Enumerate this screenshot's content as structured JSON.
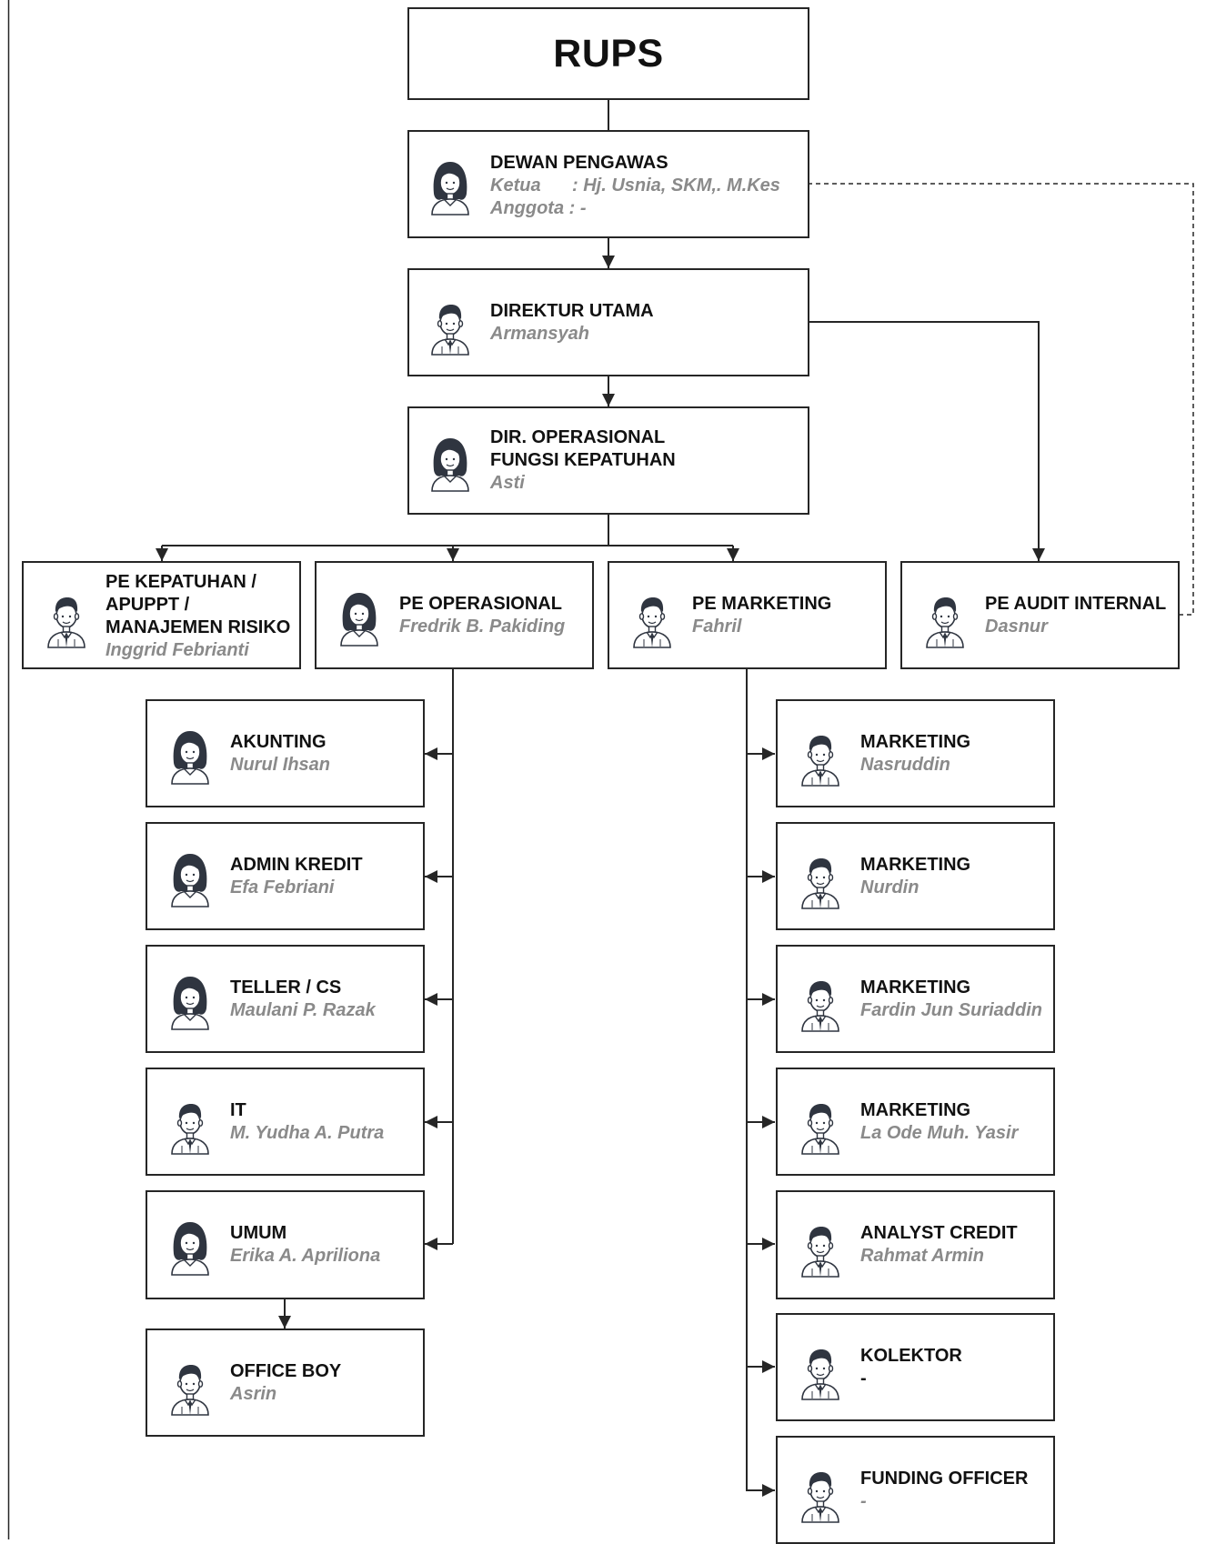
{
  "colors": {
    "line": "#262626",
    "name_text": "#8a8a8a",
    "role_text": "#111111"
  },
  "top": {
    "title": "RUPS"
  },
  "dewan": {
    "role": "DEWAN PENGAWAS",
    "ketua_label": "Ketua",
    "ketua_value": ": Hj. Usnia, SKM,. M.Kes",
    "anggota_label": "Anggota",
    "anggota_value": ": -",
    "icon": "female-avatar-icon"
  },
  "direktur_utama": {
    "role": "DIREKTUR UTAMA",
    "name": "Armansyah",
    "icon": "male-avatar-icon"
  },
  "dir_operasional": {
    "role_line1": "DIR. OPERASIONAL",
    "role_line2": "FUNGSI KEPATUHAN",
    "name": "Asti",
    "icon": "female-avatar-icon"
  },
  "pe_kepatuhan": {
    "role_line1": "PE KEPATUHAN /",
    "role_line2": "APUPPT /",
    "role_line3": "MANAJEMEN RISIKO",
    "name": "Inggrid Febrianti",
    "icon": "male-avatar-icon"
  },
  "pe_operasional": {
    "role": "PE OPERASIONAL",
    "name": "Fredrik B. Pakiding",
    "icon": "female-avatar-icon"
  },
  "pe_marketing": {
    "role": "PE MARKETING",
    "name": "Fahril",
    "icon": "male-avatar-icon"
  },
  "pe_audit": {
    "role": "PE AUDIT INTERNAL",
    "name": "Dasnur",
    "icon": "male-avatar-icon"
  },
  "operasional_staff": [
    {
      "role": "AKUNTING",
      "name": "Nurul Ihsan",
      "icon": "female-avatar-icon"
    },
    {
      "role": "ADMIN KREDIT",
      "name": "Efa Febriani",
      "icon": "female-avatar-icon"
    },
    {
      "role": "TELLER / CS",
      "name": "Maulani P. Razak",
      "icon": "female-avatar-icon"
    },
    {
      "role": "IT",
      "name": "M. Yudha A. Putra",
      "icon": "male-avatar-icon"
    },
    {
      "role": "UMUM",
      "name": "Erika A. Apriliona",
      "icon": "female-avatar-icon"
    }
  ],
  "office_boy": {
    "role": "OFFICE BOY",
    "name": "Asrin",
    "icon": "male-avatar-icon"
  },
  "marketing_staff": [
    {
      "role": "MARKETING",
      "name": "Nasruddin",
      "icon": "male-avatar-icon"
    },
    {
      "role": "MARKETING",
      "name": "Nurdin",
      "icon": "male-avatar-icon"
    },
    {
      "role": "MARKETING",
      "name": "Fardin Jun Suriaddin",
      "icon": "male-avatar-icon"
    },
    {
      "role": "MARKETING",
      "name": "La Ode Muh. Yasir",
      "icon": "male-avatar-icon"
    },
    {
      "role": "ANALYST CREDIT",
      "name": "Rahmat Armin",
      "icon": "male-avatar-icon"
    },
    {
      "role": "KOLEKTOR",
      "name": "-",
      "icon": "male-avatar-icon"
    },
    {
      "role": "FUNDING OFFICER",
      "name": "-",
      "icon": "male-avatar-icon"
    }
  ]
}
